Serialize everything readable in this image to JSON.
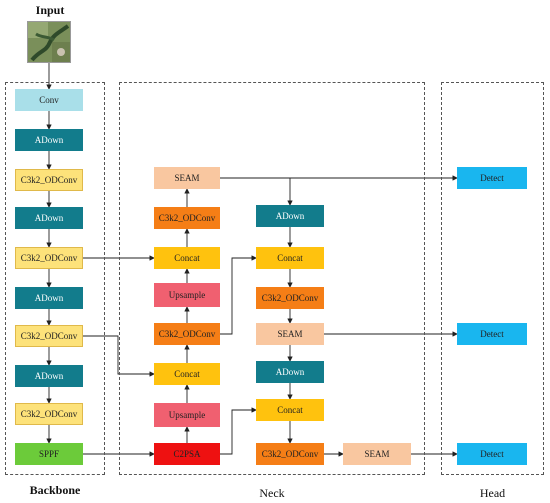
{
  "title": "Input",
  "panels": {
    "backbone": "Backbone",
    "neck": "Neck",
    "head": "Head"
  },
  "backbone": {
    "conv": "Conv",
    "adown_1": "ADown",
    "c3k2_1": "C3k2_ODConv",
    "adown_2": "ADown",
    "c3k2_2": "C3k2_ODConv",
    "adown_3": "ADown",
    "c3k2_3": "C3k2_ODConv",
    "adown_4": "ADown",
    "c3k2_4": "C3k2_ODConv",
    "sppf": "SPPF"
  },
  "neck": {
    "col1": {
      "seam": "SEAM",
      "c3k2_top": "C3k2_ODConv",
      "concat_top": "Concat",
      "upsample_top": "Upsample",
      "c3k2_mid": "C3k2_ODConv",
      "concat_bottom": "Concat",
      "upsample_bottom": "Upsample",
      "c2psa": "C2PSA"
    },
    "col2": {
      "adown_top": "ADown",
      "concat_top": "Concat",
      "c3k2_top": "C3k2_ODConv",
      "seam": "SEAM",
      "adown_bottom": "ADown",
      "concat_bottom": "Concat",
      "c3k2_bottom": "C3k2_ODConv"
    },
    "seam_bottom": "SEAM"
  },
  "head": {
    "detect_1": "Detect",
    "detect_2": "Detect",
    "detect_3": "Detect"
  },
  "colors": {
    "conv": "#a9dfe9",
    "adown": "#127c8c",
    "c3k2_odconv": "#fde27a",
    "c3k2_neck": "#f57e16",
    "sppf": "#6ccb3a",
    "concat": "#ffc20e",
    "upsample": "#f06070",
    "seam": "#f9c7a0",
    "c2psa": "#ee1111",
    "detect": "#19b6ef"
  }
}
